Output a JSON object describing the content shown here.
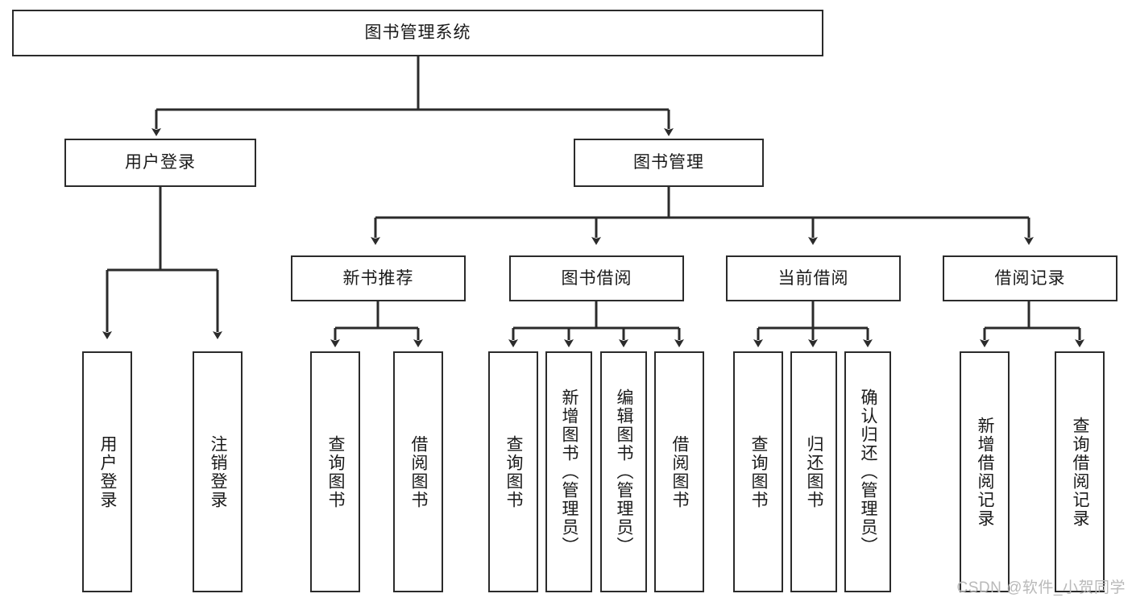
{
  "diagram": {
    "title": "图书管理系统",
    "type": "hierarchy-tree",
    "colors": {
      "background": "#ffffff",
      "stroke": "#2b2b2b",
      "fill": "#ffffff",
      "text": "#1a1a1a",
      "watermark": "#b9b9b9"
    },
    "root": {
      "label": "图书管理系统"
    },
    "level2": [
      {
        "label": "用户登录"
      },
      {
        "label": "图书管理"
      }
    ],
    "level3": [
      {
        "label": "新书推荐"
      },
      {
        "label": "图书借阅"
      },
      {
        "label": "当前借阅"
      },
      {
        "label": "借阅记录"
      }
    ],
    "leaves": {
      "user_login": [
        {
          "label": "用户登录"
        },
        {
          "label": "注销登录"
        }
      ],
      "new_book_recommend": [
        {
          "label": "查询图书"
        },
        {
          "label": "借阅图书"
        }
      ],
      "book_borrow": [
        {
          "label": "查询图书"
        },
        {
          "label": "新增图书（管理员）"
        },
        {
          "label": "编辑图书（管理员）"
        },
        {
          "label": "借阅图书"
        }
      ],
      "current_borrow": [
        {
          "label": "查询图书"
        },
        {
          "label": "归还图书"
        },
        {
          "label": "确认归还（管理员）"
        }
      ],
      "borrow_record": [
        {
          "label": "新增借阅记录"
        },
        {
          "label": "查询借阅记录"
        }
      ]
    },
    "watermark": "CSDN @软件_小贺同学"
  }
}
